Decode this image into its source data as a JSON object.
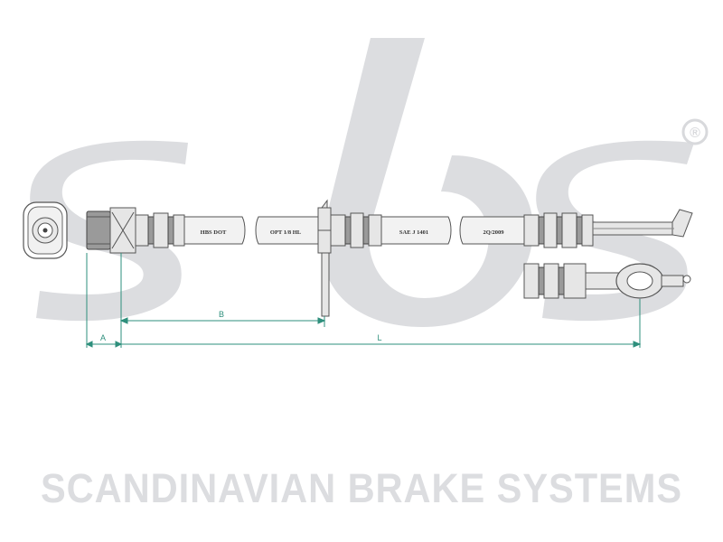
{
  "brand": {
    "watermark_text": "SCANDINAVIAN BRAKE SYSTEMS",
    "registered_mark": "®",
    "watermark_color": "#dcdde0"
  },
  "hose_prints": {
    "print_1": "HBS DOT",
    "print_2": "OPT 1/8 HL",
    "print_3": "SAE J 1401",
    "print_4": "2Q/2009"
  },
  "dimensions": {
    "label_a": "A",
    "label_b": "B",
    "label_l": "L",
    "line_color": "#2e8f7c"
  }
}
